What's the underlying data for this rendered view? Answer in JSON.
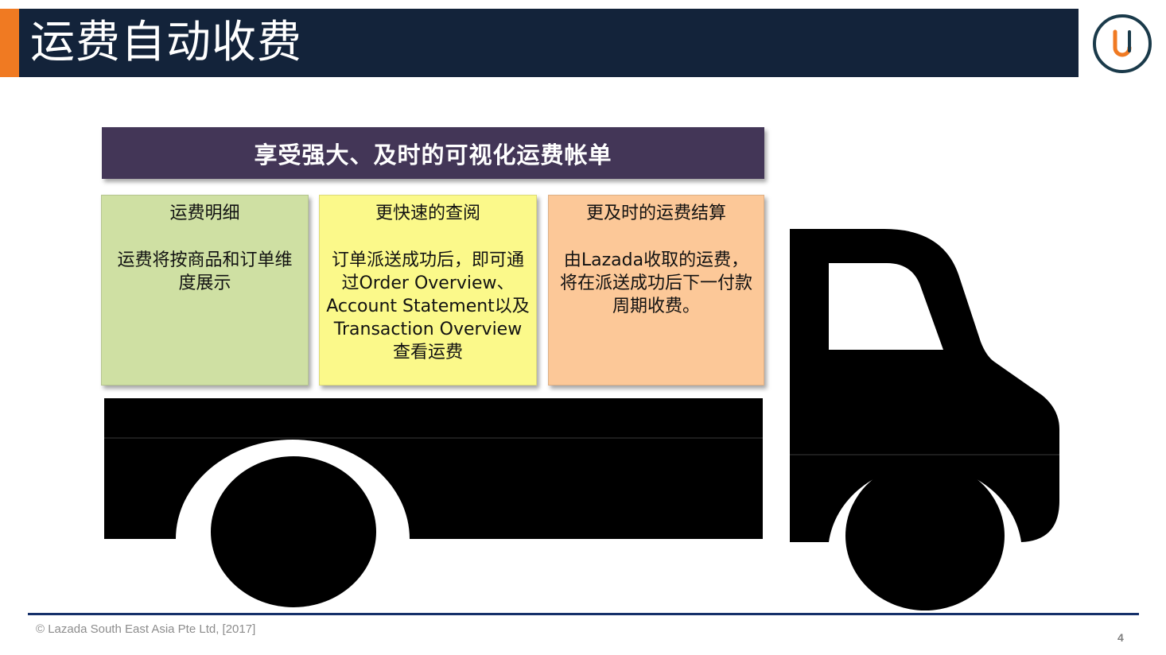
{
  "slide": {
    "title": "运费自动收费",
    "page_number": "4",
    "colors": {
      "title_bar": "#13233a",
      "title_accent": "#f07a22",
      "banner": "#433657",
      "card_green": "#cfe0a3",
      "card_yellow": "#fbf98a",
      "card_orange": "#fcc898",
      "footer_line": "#15306a",
      "logo_ring": "#1a3a4a",
      "logo_u": "#f07a22"
    }
  },
  "logo": {
    "icon": "lazada-u-logo-icon"
  },
  "banner": {
    "text": "享受强大、及时的可视化运费帐单"
  },
  "cards": [
    {
      "title": "运费明细",
      "body": "运费将按商品和订单维度展示"
    },
    {
      "title": "更快速的查阅",
      "body": "订单派送成功后，即可通过Order Overview、Account Statement以及Transaction Overview查看运费"
    },
    {
      "title": "更及时的运费结算",
      "body": "由Lazada收取的运费，将在派送成功后下一付款周期收费。"
    }
  ],
  "illustration": {
    "icon": "truck-icon"
  },
  "footer": {
    "copyright": "© Lazada South East Asia Pte Ltd, [2017]"
  }
}
